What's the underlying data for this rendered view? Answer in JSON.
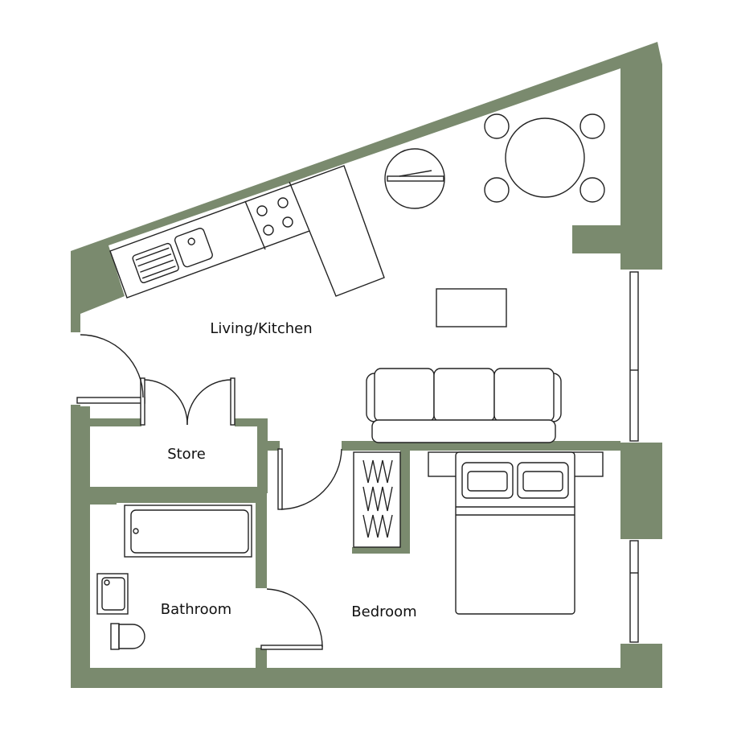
{
  "colors": {
    "wall": "#7a8a6e",
    "line": "#222222",
    "background": "#ffffff"
  },
  "rooms": {
    "living_kitchen": "Living/Kitchen",
    "store": "Store",
    "bathroom": "Bathroom",
    "bedroom": "Bedroom"
  }
}
